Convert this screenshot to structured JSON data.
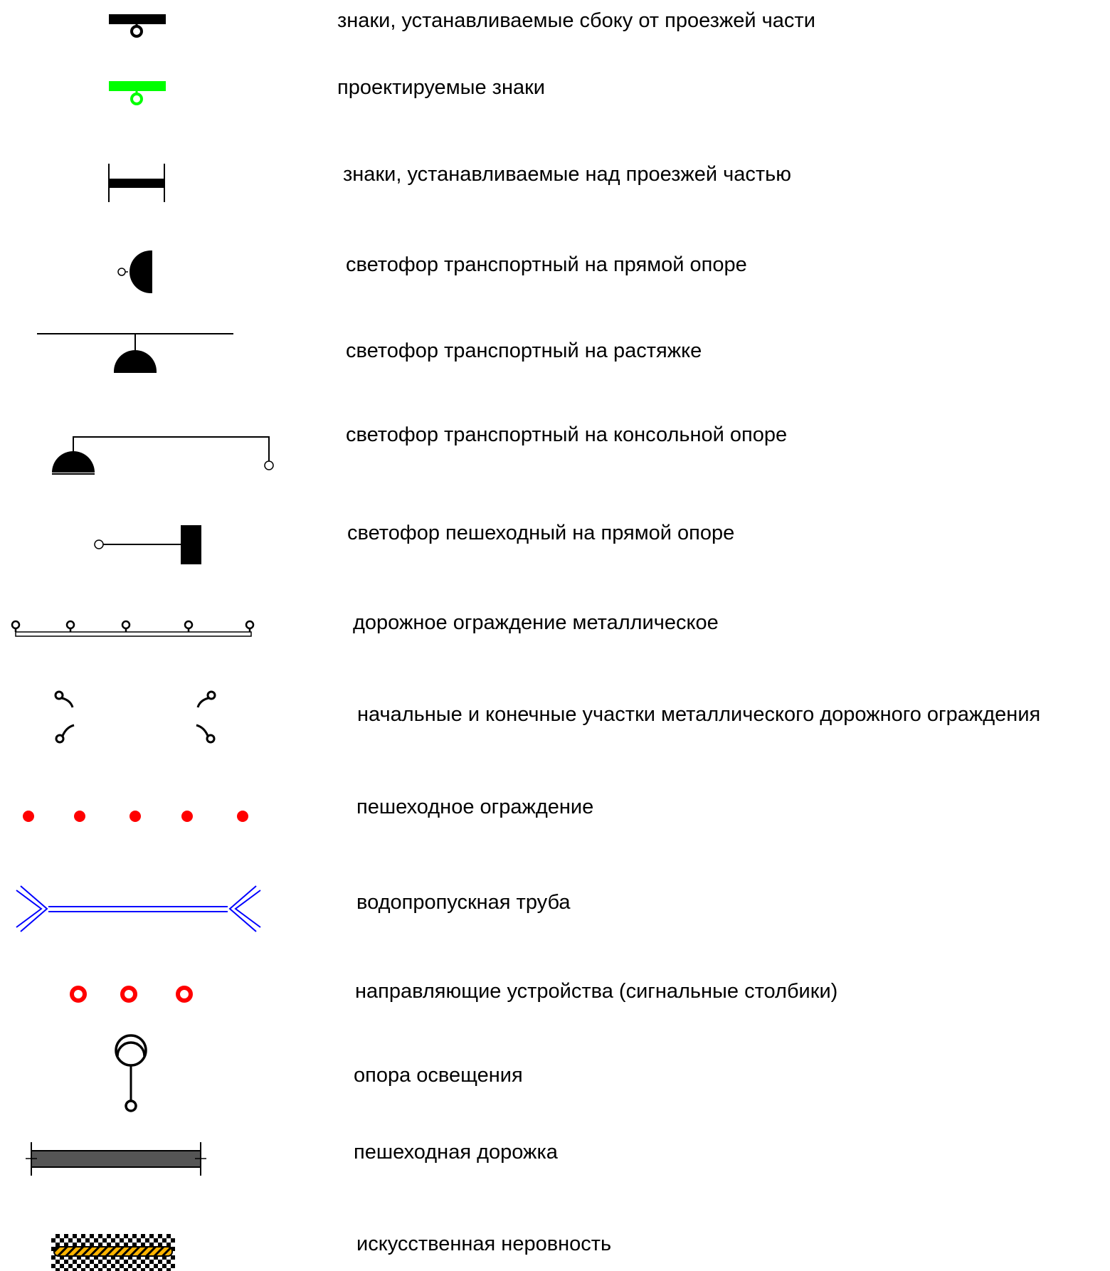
{
  "colors": {
    "black": "#000000",
    "green": "#00ff00",
    "red": "#ff0000",
    "blue": "#0000ff",
    "path_gray": "#555555",
    "bump_yellow": "#ffb400"
  },
  "legend": {
    "items": [
      {
        "key": "sign_side",
        "icon": "road-sign-side-icon",
        "label": "знаки, устанавливаемые сбоку от проезжей части"
      },
      {
        "key": "sign_designed",
        "icon": "designed-sign-icon",
        "label": "проектируемые знаки"
      },
      {
        "key": "sign_overhead",
        "icon": "overhead-sign-icon",
        "label": "знаки, устанавливаемые над проезжей частью"
      },
      {
        "key": "tl_straight",
        "icon": "traffic-light-pole-icon",
        "label": "светофор транспортный на прямой опоре"
      },
      {
        "key": "tl_cable",
        "icon": "traffic-light-cable-icon",
        "label": "светофор транспортный на растяжке"
      },
      {
        "key": "tl_cantilever",
        "icon": "traffic-light-cantilever-icon",
        "label": "светофор транспортный на консольной опоре"
      },
      {
        "key": "tl_pedestrian",
        "icon": "pedestrian-light-icon",
        "label": "светофор пешеходный на прямой опоре"
      },
      {
        "key": "guard_metal",
        "icon": "metal-guardrail-icon",
        "label": "дорожное ограждение металлическое"
      },
      {
        "key": "guard_ends",
        "icon": "guardrail-ends-icon",
        "label": "начальные и конечные участки металлического дорожного ограждения"
      },
      {
        "key": "ped_fence",
        "icon": "pedestrian-fence-icon",
        "label": "пешеходное ограждение"
      },
      {
        "key": "culvert",
        "icon": "culvert-pipe-icon",
        "label": "водопропускная труба"
      },
      {
        "key": "guide_posts",
        "icon": "signal-posts-icon",
        "label": "направляющие устройства (сигнальные столбики)"
      },
      {
        "key": "light_pole",
        "icon": "street-light-pole-icon",
        "label": "опора освещения"
      },
      {
        "key": "footpath",
        "icon": "footpath-icon",
        "label": "пешеходная дорожка"
      },
      {
        "key": "speed_bump",
        "icon": "speed-bump-icon",
        "label": "искусственная  неровность"
      }
    ]
  }
}
